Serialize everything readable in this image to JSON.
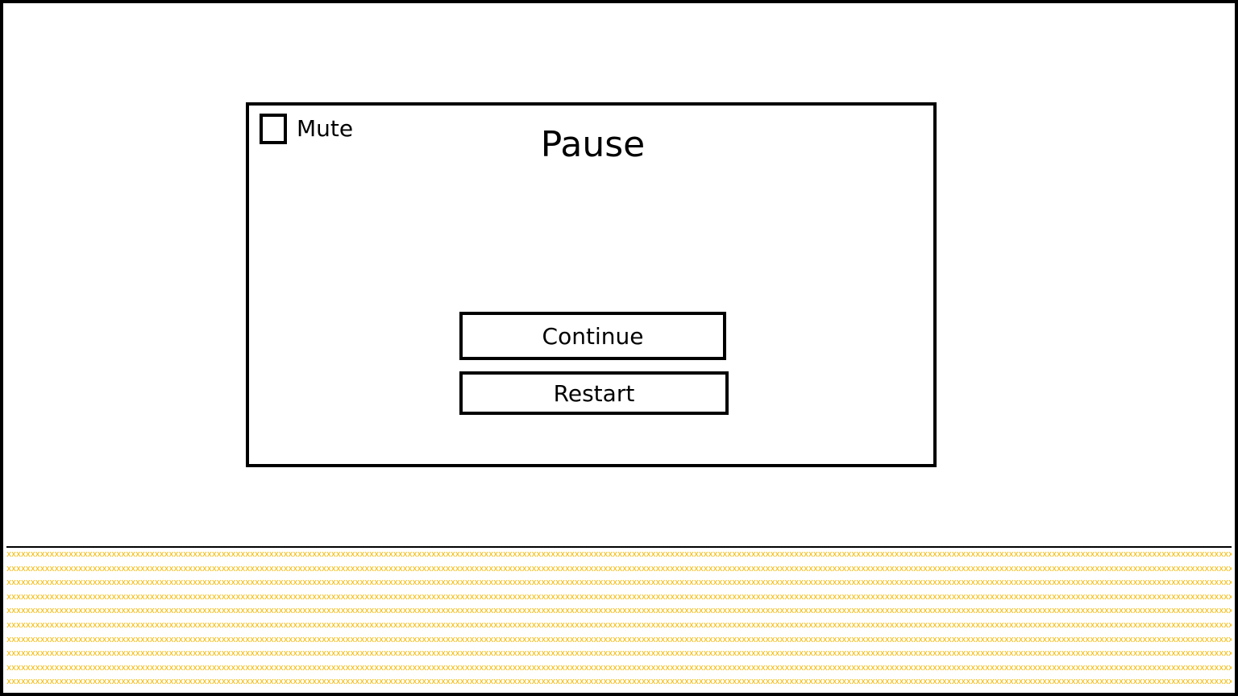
{
  "pause_menu": {
    "title": "Pause",
    "mute": {
      "label": "Mute",
      "checked": false
    },
    "buttons": {
      "continue_label": "Continue",
      "restart_label": "Restart"
    }
  },
  "ground": {
    "pattern_char": "x",
    "pattern_color": "#f5b800"
  }
}
